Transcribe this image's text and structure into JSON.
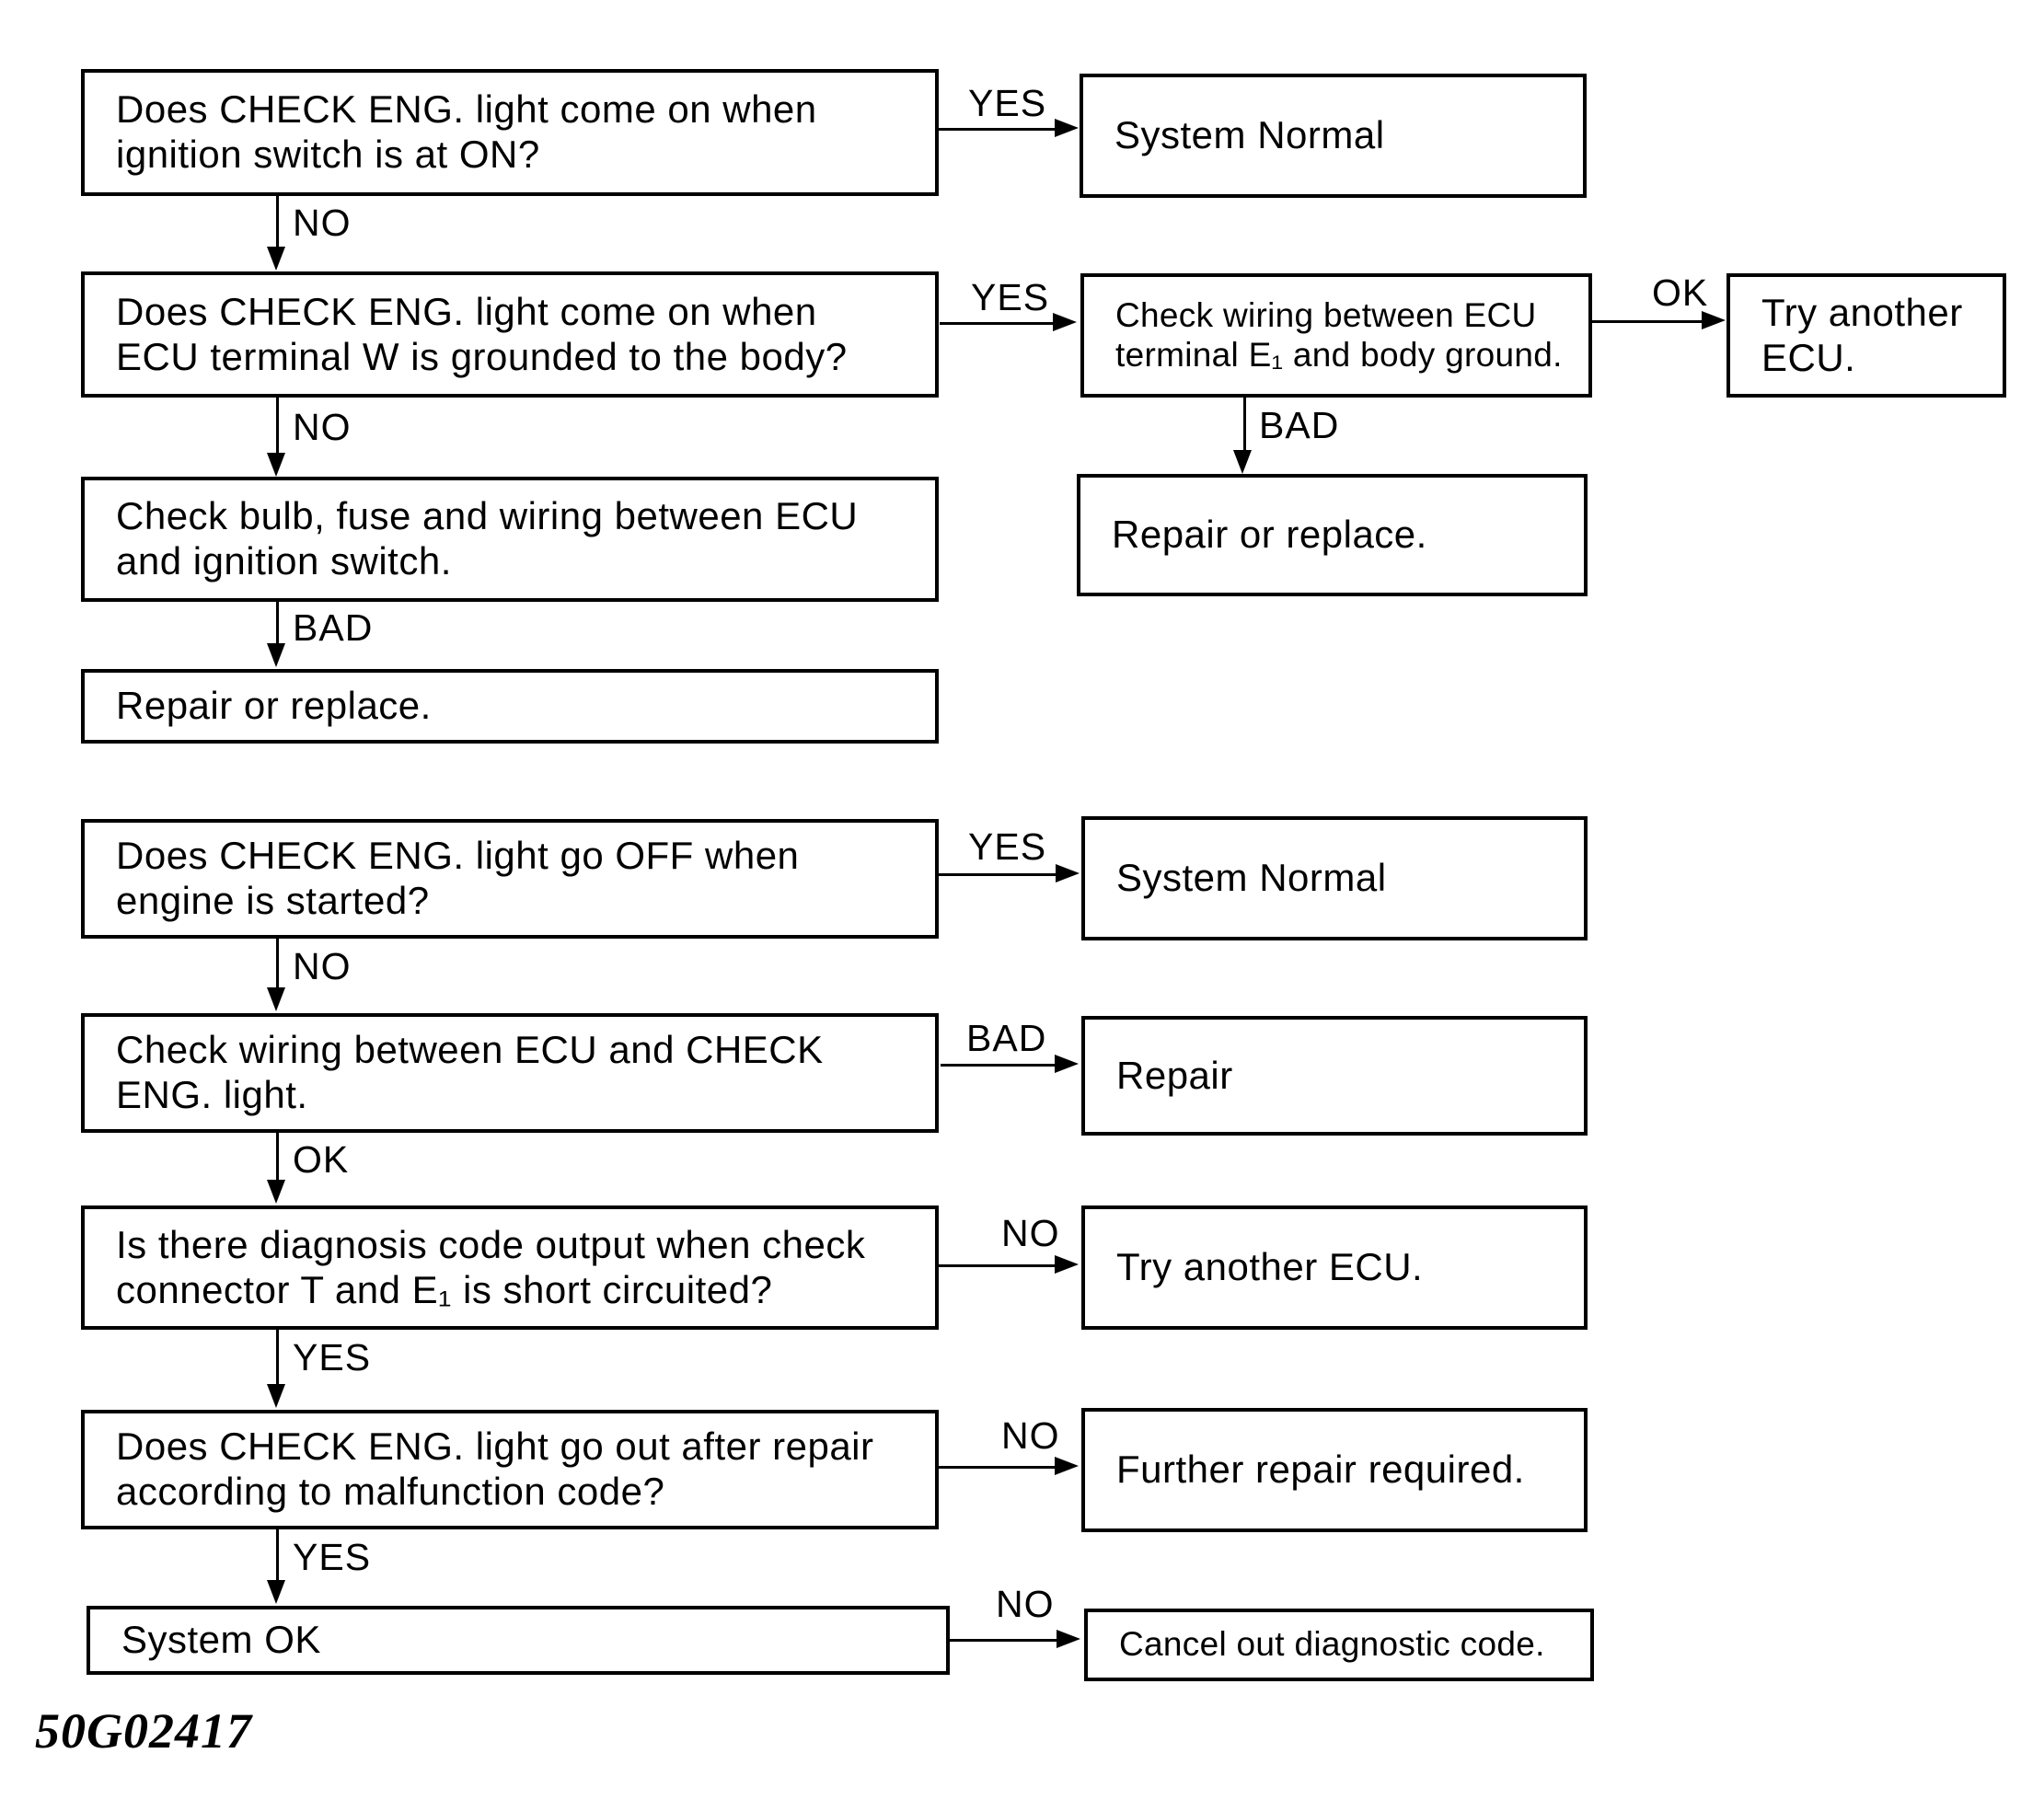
{
  "figure": {
    "code": "50G02417"
  },
  "connector_labels": {
    "yes": "YES",
    "no": "NO",
    "ok": "OK",
    "bad": "BAD"
  },
  "nodes": {
    "q1": "Does CHECK ENG. light come on when\nignition switch is at ON?",
    "system_normal_1": "System Normal",
    "q2": "Does CHECK ENG. light come on when\nECU terminal W is grounded to the body?",
    "check_wiring_e1": "Check wiring between ECU\nterminal E₁ and body ground.",
    "try_another_ecu_2line": "Try another\nECU.",
    "repair_or_replace_right": "Repair or replace.",
    "check_bulb": "Check bulb, fuse and wiring between ECU\nand ignition switch.",
    "repair_or_replace_left": "Repair or replace.",
    "q3": "Does CHECK ENG. light go OFF when\nengine is started?",
    "system_normal_2": "System Normal",
    "check_wiring_light": "Check wiring between ECU and CHECK\nENG. light.",
    "repair": "Repair",
    "q4": "Is there diagnosis code output when check\nconnector T and E₁ is short circuited?",
    "try_another_ecu": "Try another ECU.",
    "q5": "Does CHECK ENG. light go out after repair\naccording to malfunction code?",
    "further_repair": "Further repair required.",
    "system_ok": "System OK",
    "cancel_code": "Cancel out diagnostic code."
  }
}
